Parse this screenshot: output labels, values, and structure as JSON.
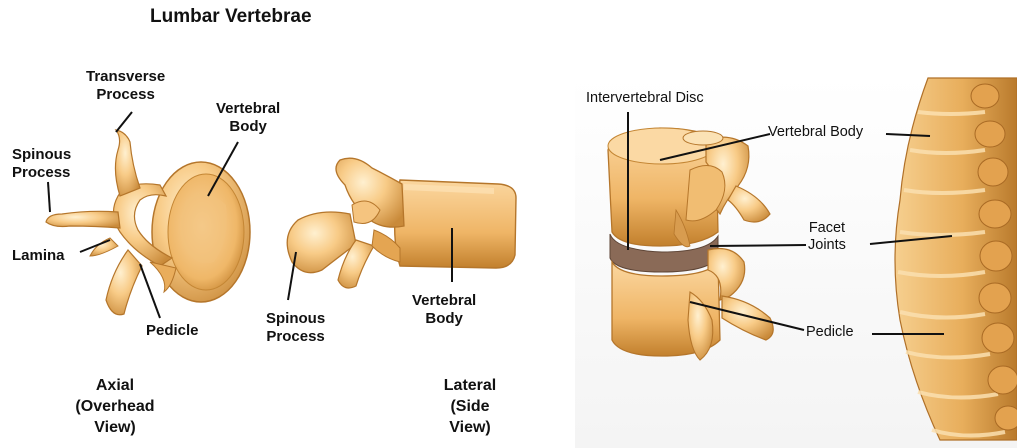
{
  "title": "Lumbar Vertebrae",
  "axial": {
    "transverse_process": [
      "Transverse",
      "Process"
    ],
    "vertebral_body": [
      "Vertebral",
      "Body"
    ],
    "spinous_process": [
      "Spinous",
      "Process"
    ],
    "lamina": "Lamina",
    "pedicle": "Pedicle",
    "caption": [
      "Axial",
      "(Overhead",
      "View)"
    ]
  },
  "lateral": {
    "spinous_process": [
      "Spinous",
      "Process"
    ],
    "vertebral_body": [
      "Vertebral",
      "Body"
    ],
    "caption": [
      "Lateral",
      "(Side",
      "View)"
    ]
  },
  "spine": {
    "intervertebral_disc": "Intervertebral Disc",
    "vertebral_body": "Vertebral Body",
    "facet_joints": [
      "Facet",
      "Joints"
    ],
    "pedicle": "Pedicle"
  },
  "colors": {
    "bone_light": "#fbd39a",
    "bone_mid": "#eeb45e",
    "bone_dark": "#b9782a",
    "disc": "#8a6a57",
    "line": "#111111"
  }
}
